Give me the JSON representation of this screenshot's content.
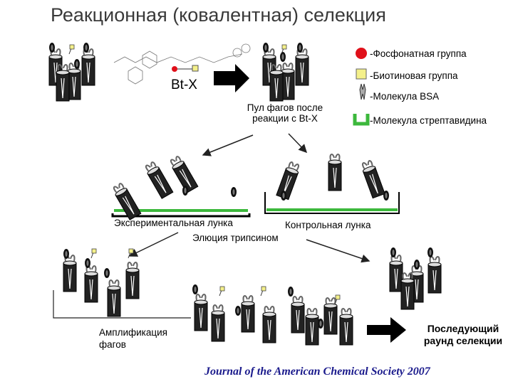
{
  "title": "Реакционная (ковалентная) селекция",
  "legend": [
    {
      "symbol": "red-circle",
      "label": "-Фосфонатная группа",
      "color": "#e0101a"
    },
    {
      "symbol": "yellow-square",
      "label": "-Биотиновая группа",
      "color": "#f4f08a"
    },
    {
      "symbol": "bsa-icon",
      "label": "-Молекула BSA"
    },
    {
      "symbol": "streptavidin-bracket",
      "label": "-Молекула стрептавидина",
      "color": "#3cb83c"
    }
  ],
  "reagent_label": "Bt-X",
  "pool_caption_line1": "Пул фагов после",
  "pool_caption_line2": "реакции с Bt-X",
  "experimental_well_label": "Экспериментальная лунка",
  "control_well_label": "Контрольная лунка",
  "elution_label": "Элюция трипсином",
  "amplification_line1": "Амплификация",
  "amplification_line2": "фагов",
  "next_round_line1": "Последующий",
  "next_round_line2": "раунд селекции",
  "citation": "Journal of the American Chemical Society 2007",
  "colors": {
    "phosphonate": "#e0101a",
    "biotin": "#f4f08a",
    "streptavidin": "#3cb83c",
    "citation": "#1a1a8c"
  }
}
